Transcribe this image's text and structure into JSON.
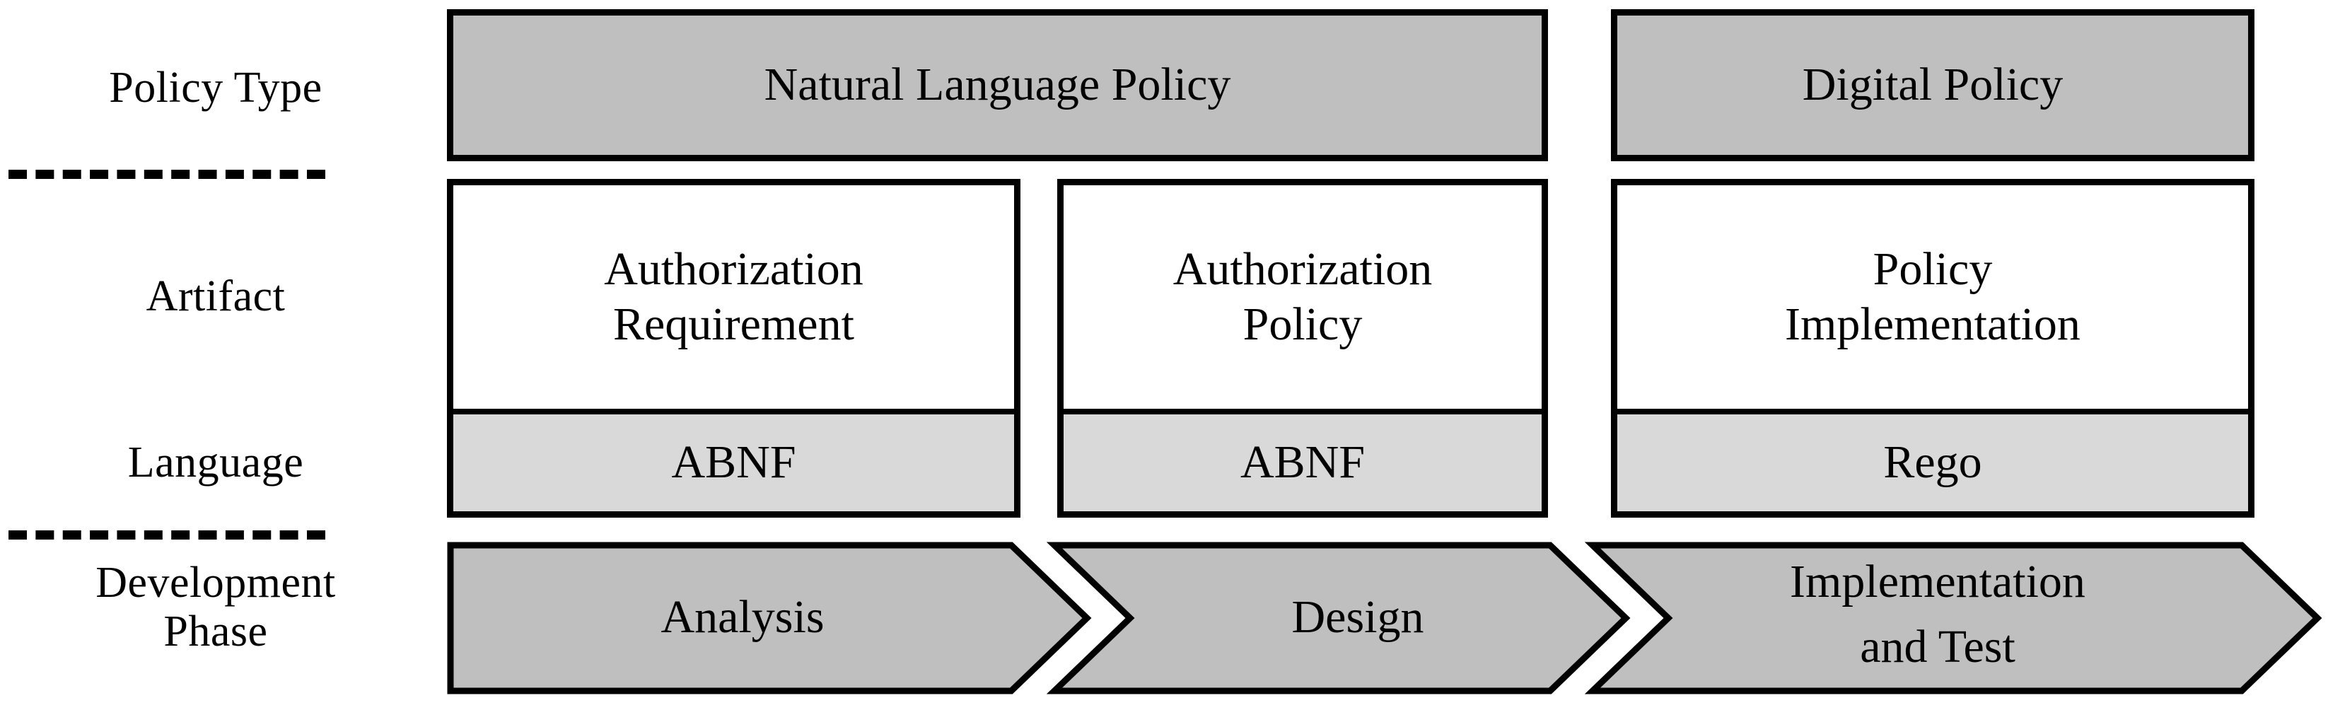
{
  "diagram": {
    "title": "Policy Type / Artifact / Language / Development Phase",
    "colors": {
      "gray_dark": "#BFBFBF",
      "gray_light": "#D9D9D9",
      "white": "#FFFFFF",
      "outline": "#000000"
    }
  },
  "row_labels": {
    "policy_type": "Policy Type",
    "artifact": "Artifact",
    "language": "Language",
    "development_phase": "Development\nPhase"
  },
  "policy_type_row": {
    "natural_language_policy": "Natural Language Policy",
    "digital_policy": "Digital Policy"
  },
  "columns": [
    {
      "artifact": "Authorization\nRequirement",
      "language": "ABNF",
      "phase": "Analysis"
    },
    {
      "artifact": "Authorization\nPolicy",
      "language": "ABNF",
      "phase": "Design"
    },
    {
      "artifact": "Policy\nImplementation",
      "language": "Rego",
      "phase_line1": "Implementation",
      "phase_line2": "and Test"
    }
  ]
}
